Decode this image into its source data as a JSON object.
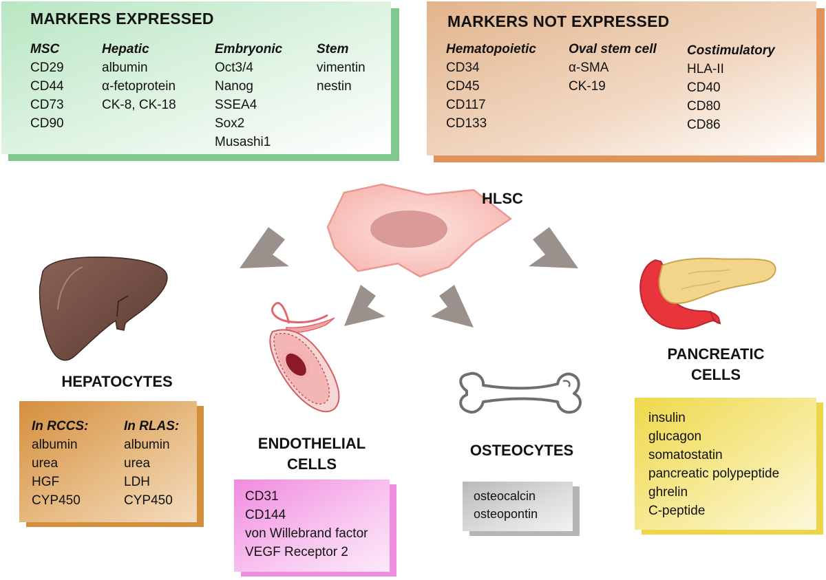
{
  "expressed": {
    "title": "MARKERS EXPRESSED",
    "columns": [
      {
        "header": "MSC",
        "items": [
          "CD29",
          "CD44",
          "CD73",
          "CD90"
        ]
      },
      {
        "header": "Hepatic",
        "items": [
          "albumin",
          "α-fetoprotein",
          "CK-8, CK-18"
        ]
      },
      {
        "header": "Embryonic",
        "items": [
          "Oct3/4",
          "Nanog",
          "SSEA4",
          "Sox2",
          "Musashi1"
        ]
      },
      {
        "header": "Stem",
        "items": [
          "vimentin",
          "nestin"
        ]
      }
    ]
  },
  "not_expressed": {
    "title": "MARKERS  NOT EXPRESSED",
    "columns": [
      {
        "header": "Hematopoietic",
        "items": [
          "CD34",
          "CD45",
          "CD117",
          "CD133"
        ]
      },
      {
        "header": "Oval stem cell",
        "items": [
          "α-SMA",
          "CK-19"
        ]
      },
      {
        "header": "Costimulatory",
        "items": [
          "HLA-II",
          "CD40",
          "CD80",
          "CD86"
        ]
      }
    ]
  },
  "center": {
    "label": "HLSC"
  },
  "hepatocytes": {
    "label": "HEPATOCYTES",
    "columns": [
      {
        "header": "In RCCS:",
        "items": [
          "albumin",
          "urea",
          "HGF",
          "CYP450"
        ]
      },
      {
        "header": "In RLAS:",
        "items": [
          "albumin",
          "urea",
          "LDH",
          "CYP450"
        ]
      }
    ]
  },
  "endothelial": {
    "label_line1": "ENDOTHELIAL",
    "label_line2": "CELLS",
    "items": [
      "CD31",
      "CD144",
      "von Willebrand factor",
      "VEGF Receptor 2"
    ]
  },
  "osteocytes": {
    "label": "OSTEOCYTES",
    "items": [
      "osteocalcin",
      "osteopontin"
    ]
  },
  "pancreatic": {
    "label_line1": "PANCREATIC",
    "label_line2": "CELLS",
    "items": [
      "insulin",
      "glucagon",
      "somatostatin",
      "pancreatic polypeptide",
      "ghrelin",
      "C-peptide"
    ]
  },
  "colors": {
    "expressed_border": "#7fc98f",
    "not_expressed_border": "#e0935a",
    "hepatocytes_box": "#d9974a",
    "endothelial_box": "#f08ee0",
    "osteocytes_box": "#bdbdbd",
    "pancreatic_box": "#efd84e",
    "arrows": "#9a918d"
  }
}
